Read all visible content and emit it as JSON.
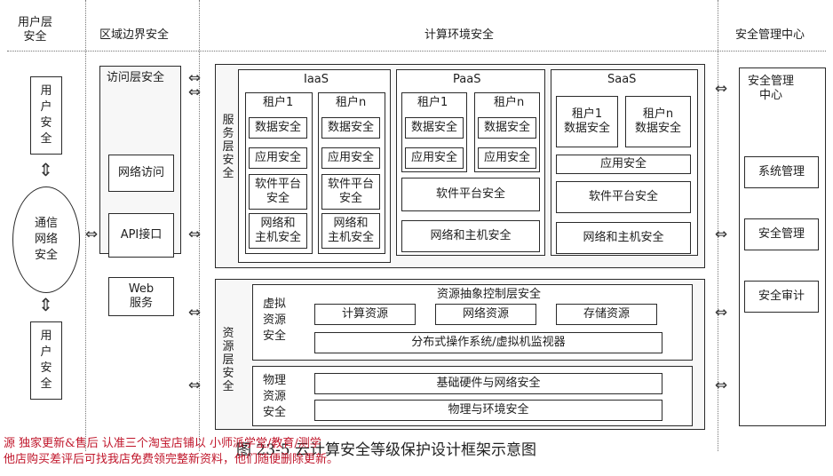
{
  "headers": {
    "user_layer": "用户层\n安全",
    "boundary": "区域边界安全",
    "compute": "计算环境安全",
    "mgmt": "安全管理中心"
  },
  "user_column": {
    "top_user": "用\n户\n安\n全",
    "comm": "通信\n网络\n安全",
    "bottom_user": "用\n户\n安\n全"
  },
  "access_layer": {
    "title": "访问层安全",
    "items": [
      "网络访问",
      "API接口",
      "Web\n服务"
    ]
  },
  "service_layer": {
    "label": "服\n务\n层\n安\n全",
    "iaas": {
      "title": "IaaS",
      "tenant1": "租户1",
      "tenantn": "租户n",
      "cells": [
        "数据安全",
        "应用安全",
        "软件平台\n安全",
        "网络和\n主机安全"
      ]
    },
    "paas": {
      "title": "PaaS",
      "tenant1": "租户1",
      "tenantn": "租户n",
      "cells": [
        "数据安全",
        "应用安全"
      ],
      "platform": "软件平台安全",
      "network": "网络和主机安全"
    },
    "saas": {
      "title": "SaaS",
      "tenant1": "租户1\n数据安全",
      "tenantn": "租户n\n数据安全",
      "app": "应用安全",
      "platform": "软件平台安全",
      "network": "网络和主机安全"
    }
  },
  "resource_layer": {
    "label": "资\n源\n层\n安\n全",
    "virtual": {
      "label": "虚拟\n资源\n安全",
      "title": "资源抽象控制层安全",
      "items": [
        "计算资源",
        "网络资源",
        "存储资源"
      ],
      "os": "分布式操作系统/虚拟机监视器"
    },
    "physical": {
      "label": "物理\n资源\n安全",
      "items": [
        "基础硬件与网络安全",
        "物理与环境安全"
      ]
    }
  },
  "mgmt_center": {
    "title": "安全管理\n中心",
    "items": [
      "系统管理",
      "安全管理",
      "安全审计"
    ]
  },
  "caption": "图 23-5   云计算安全等级保护设计框架示意图",
  "watermark": {
    "line1": "源  独家更新&售后  认准三个淘宝店铺以  小师派学堂/教育/测学",
    "line2": "他店购买差评后可找我店免费领完整新资料，他们随便删除更新。"
  }
}
